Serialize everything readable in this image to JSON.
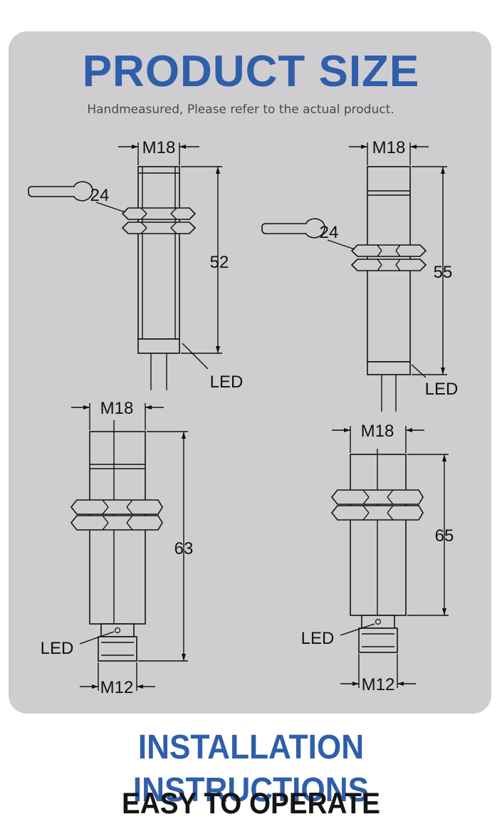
{
  "header": {
    "title": "PRODUCT SIZE",
    "subtitle": "Handmeasured, Please refer to the actual product."
  },
  "sensors": [
    {
      "thread": "M18",
      "wrench": "24",
      "length": "52",
      "led": "LED"
    },
    {
      "thread": "M18",
      "wrench": "24",
      "length": "55",
      "led": "LED"
    },
    {
      "thread": "M18",
      "length": "63",
      "led": "LED",
      "connector": "M12"
    },
    {
      "thread": "M18",
      "length": "65",
      "led": "LED",
      "connector": "M12"
    }
  ],
  "footer": {
    "title": "INSTALLATION INSTRUCTIONS",
    "subtitle": "EASY TO OPERATE"
  },
  "colors": {
    "accent": "#2f5faa",
    "panel": "#cfcdd0",
    "line": "#111111"
  }
}
